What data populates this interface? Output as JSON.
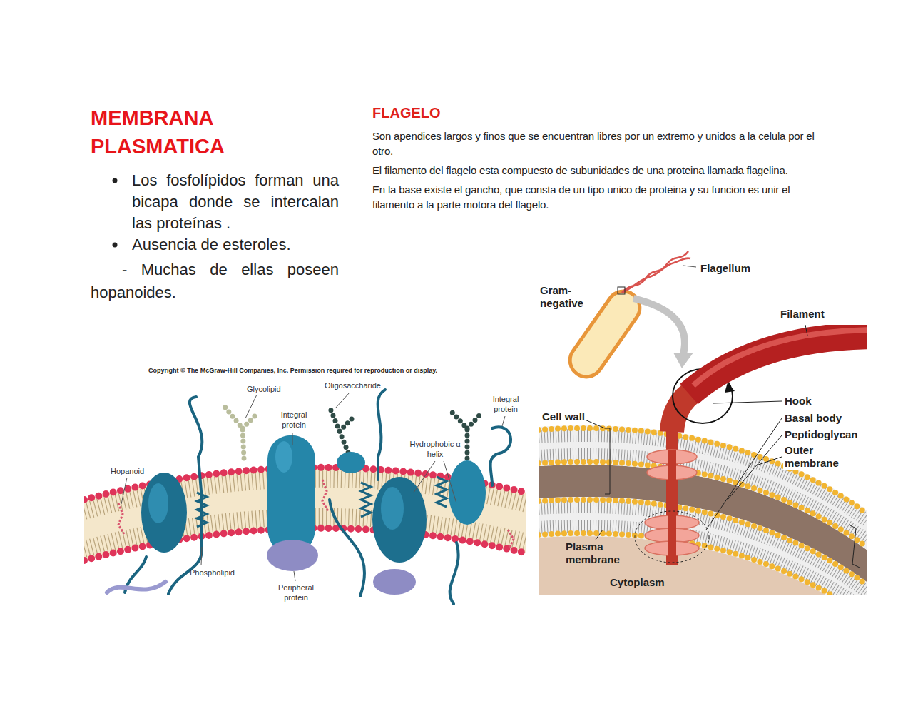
{
  "diagram": {
    "labels": [
      "MEMBRANA PLASMATICA",
      "Los fosfolípidos forman una bicapa donde se intercalan las proteínas .",
      "Ausencia de esteroles.",
      "- Muchas de ellas poseen hopanoides.",
      "FLAGELO",
      "Son apendices largos y finos que se encuentran libres por un extremo y unidos a la celula por el otro.",
      "El filamento del flagelo esta compuesto de subunidades de una proteina llamada flagelina.",
      "En la base existe el gancho, que consta de un tipo unico de proteina y su funcion es unir el filamento a la parte motora del flagelo.",
      "Copyright © The McGraw-Hill Companies, Inc. Permission required for reproduction or display.",
      "Glycolipid",
      "Oligosaccharide",
      "Integral protein",
      "Integral protein",
      "Hydrophobic α helix",
      "Hopanoid",
      "Phospholipid",
      "Peripheral protein",
      "Flagellum",
      "Gram-negative",
      "Filament",
      "Hook",
      "Basal body",
      "Peptidoglycan",
      "Outer membrane",
      "Cell wall",
      "Plasma membrane",
      "Cytoplasm"
    ]
  }
}
